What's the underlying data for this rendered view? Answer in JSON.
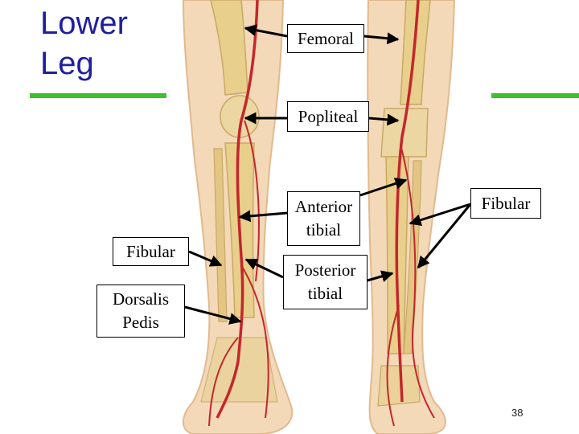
{
  "slide": {
    "title_lines": [
      "Lower",
      "Leg"
    ],
    "slide_number": "38"
  },
  "labels": {
    "femoral": "Femoral",
    "popliteal": "Popliteal",
    "anterior_tibial": [
      "Anterior",
      "tibial"
    ],
    "posterior_tibial": [
      "Posterior",
      "tibial"
    ],
    "fibular_right": "Fibular",
    "fibular_left": "Fibular",
    "dorsalis_pedis": [
      "Dorsalis",
      "Pedis"
    ]
  },
  "colors": {
    "title": "#1f1f9f",
    "accent_rule": "#3cc12c",
    "skin": "#f3d9b8",
    "skin_edge": "#e2b98e",
    "bone": "#e8cf8c",
    "artery": "#c4262b"
  }
}
